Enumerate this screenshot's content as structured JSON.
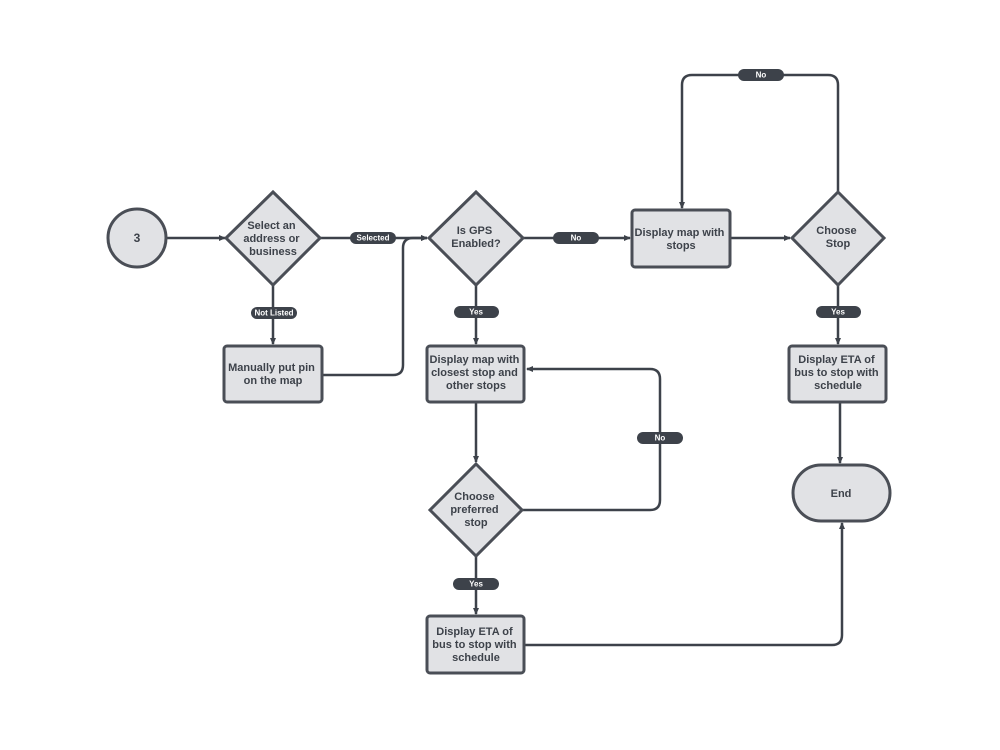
{
  "nodes": {
    "start": [
      "3"
    ],
    "select_address": [
      "Select an",
      "address or",
      "business"
    ],
    "manual_pin": [
      "Manually put pin",
      "on the map"
    ],
    "gps_enabled": [
      "Is GPS",
      "Enabled?"
    ],
    "display_map_stops": [
      "Display map with",
      "stops"
    ],
    "choose_stop": [
      "Choose",
      "Stop"
    ],
    "display_map_closest": [
      "Display map with",
      "closest stop and",
      "other stops"
    ],
    "choose_preferred": [
      "Choose",
      "preferred",
      "stop"
    ],
    "eta_left": [
      "Display ETA of",
      "bus to stop with",
      "schedule"
    ],
    "eta_right": [
      "Display ETA of",
      "bus to stop with",
      "schedule"
    ],
    "end": [
      "End"
    ]
  },
  "edge_labels": {
    "not_listed": "Not Listed",
    "selected": "Selected",
    "gps_no": "No",
    "gps_yes": "Yes",
    "choose_stop_no": "No",
    "choose_stop_yes": "Yes",
    "preferred_no": "No",
    "preferred_yes": "Yes"
  },
  "colors": {
    "node_fill": "#e1e2e5",
    "stroke": "#4a4e56",
    "pill": "#3d424a"
  }
}
